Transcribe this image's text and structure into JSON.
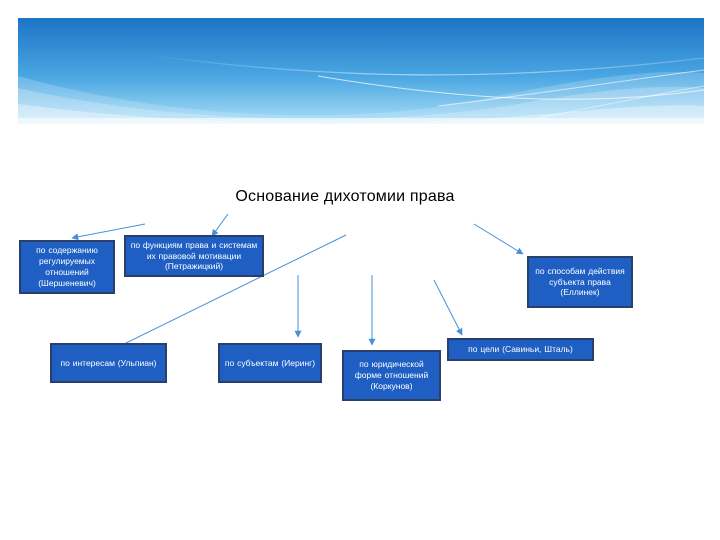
{
  "title": "Основание дихотомии права",
  "nodes": {
    "content": "по содержанию регулируемых отношений (Шершеневич)",
    "functions": "по функциям права и системам их правовой мотивации (Петражицкий)",
    "methods": "по способам действия субъекта права (Еллинек)",
    "interests": "по интересам (Ульпиан)",
    "subjects": "по субъектам (Иеринг)",
    "legal_form": "по юридической форме отношений (Коркунов)",
    "purpose": "по цели (Савиньи, Шталь)"
  },
  "colors": {
    "node_fill": "#1f5fc4",
    "node_border": "#2a3f6a",
    "arrow": "#4a90d9",
    "banner_top": "#1c78c8",
    "banner_bottom": "#9ed8f6"
  }
}
